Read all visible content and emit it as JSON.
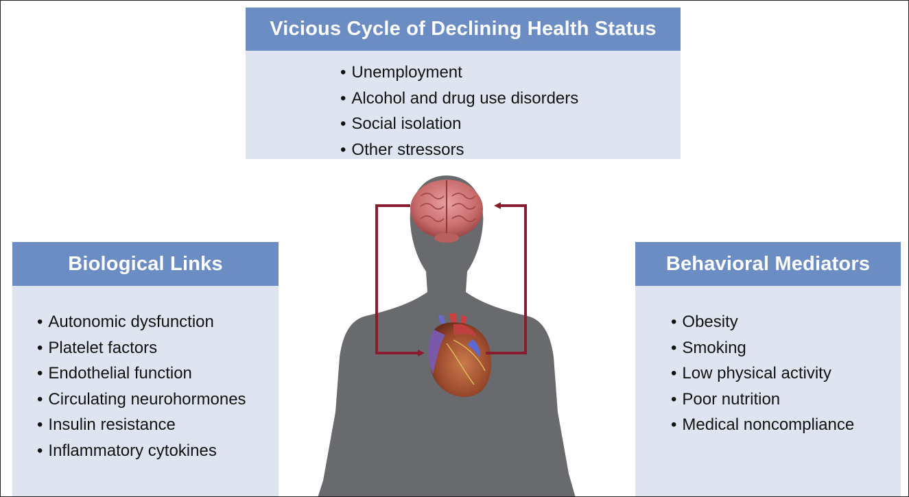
{
  "top_box": {
    "title": "Vicious Cycle of Declining Health Status",
    "items": [
      "Unemployment",
      "Alcohol and drug use disorders",
      "Social isolation",
      "Other stressors"
    ]
  },
  "left_box": {
    "title": "Biological Links",
    "items": [
      "Autonomic dysfunction",
      "Platelet factors",
      "Endothelial function",
      "Circulating neurohormones",
      "Insulin resistance",
      "Inflammatory cytokines"
    ]
  },
  "right_box": {
    "title": "Behavioral Mediators",
    "items": [
      "Obesity",
      "Smoking",
      "Low physical activity",
      "Poor nutrition",
      "Medical noncompliance"
    ]
  },
  "colors": {
    "header": "#6b8dc4",
    "body": "#dfe5f0",
    "silhouette": "#686a6d",
    "arrow": "#8a1c2f"
  }
}
